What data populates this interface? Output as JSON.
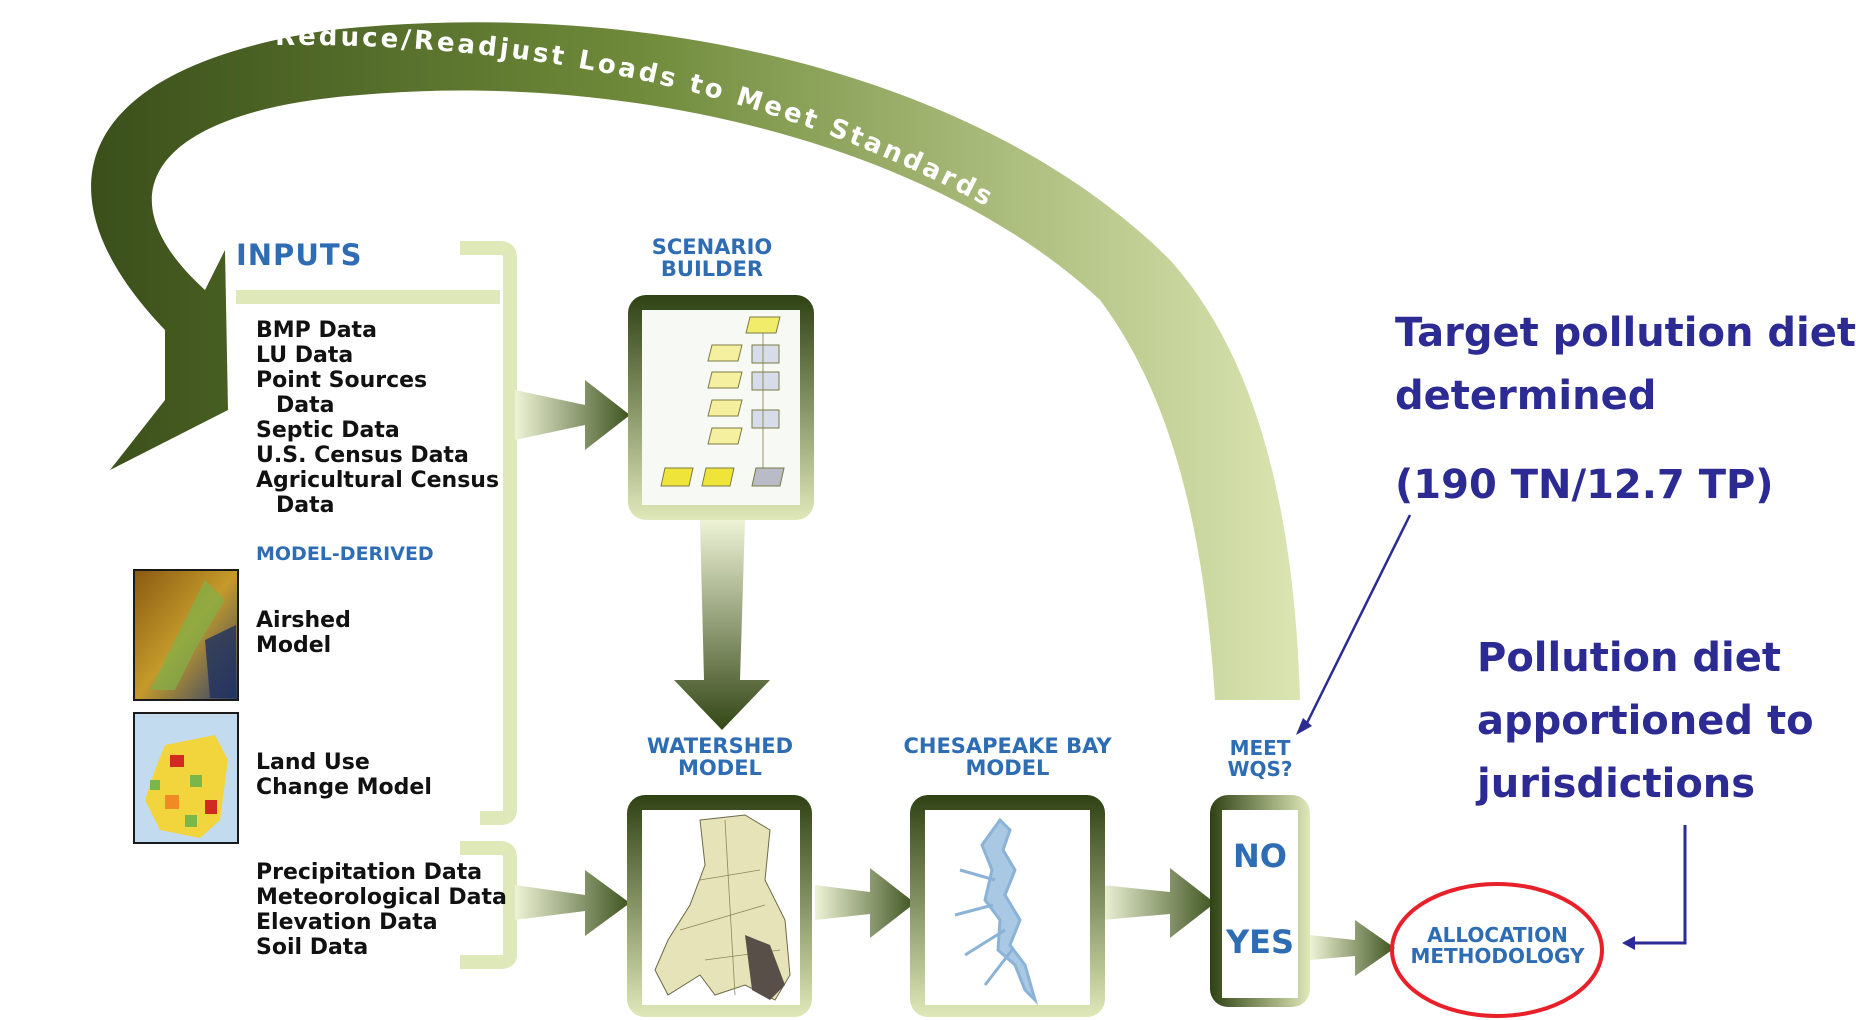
{
  "arc_label": "Reduce/Readjust Loads to Meet Standards",
  "inputs": {
    "title": "INPUTS",
    "items": [
      "BMP Data",
      "LU Data",
      "Point Sources",
      "Data",
      "Septic Data",
      "U.S. Census Data",
      "Agricultural Census",
      "Data"
    ],
    "model_derived_title": "MODEL-DERIVED",
    "airshed": [
      "Airshed",
      "Model"
    ],
    "land_use": [
      "Land Use",
      "Change Model"
    ],
    "lower_items": [
      "Precipitation Data",
      "Meteorological Data",
      "Elevation Data",
      "Soil Data"
    ]
  },
  "scenario_builder": [
    "SCENARIO",
    "BUILDER"
  ],
  "watershed_model": [
    "WATERSHED",
    "MODEL"
  ],
  "bay_model": [
    "CHESAPEAKE BAY",
    "MODEL"
  ],
  "meet_wqs": [
    "MEET",
    "WQS?"
  ],
  "decision": {
    "no": "NO",
    "yes": "YES"
  },
  "allocation": [
    "ALLOCATION",
    "METHODOLOGY"
  ],
  "annotations": {
    "target": [
      "Target pollution diet",
      "determined"
    ],
    "value": "(190 TN/12.7 TP)",
    "apportioned": [
      "Pollution diet",
      "apportioned to",
      "jurisdictions"
    ]
  },
  "colors": {
    "dark_green": "#3b4f1c",
    "light_green": "#dde6b0",
    "header_blue": "#2e6db4",
    "annotation_blue": "#2b2b93",
    "highlight_red": "#e8202a"
  }
}
